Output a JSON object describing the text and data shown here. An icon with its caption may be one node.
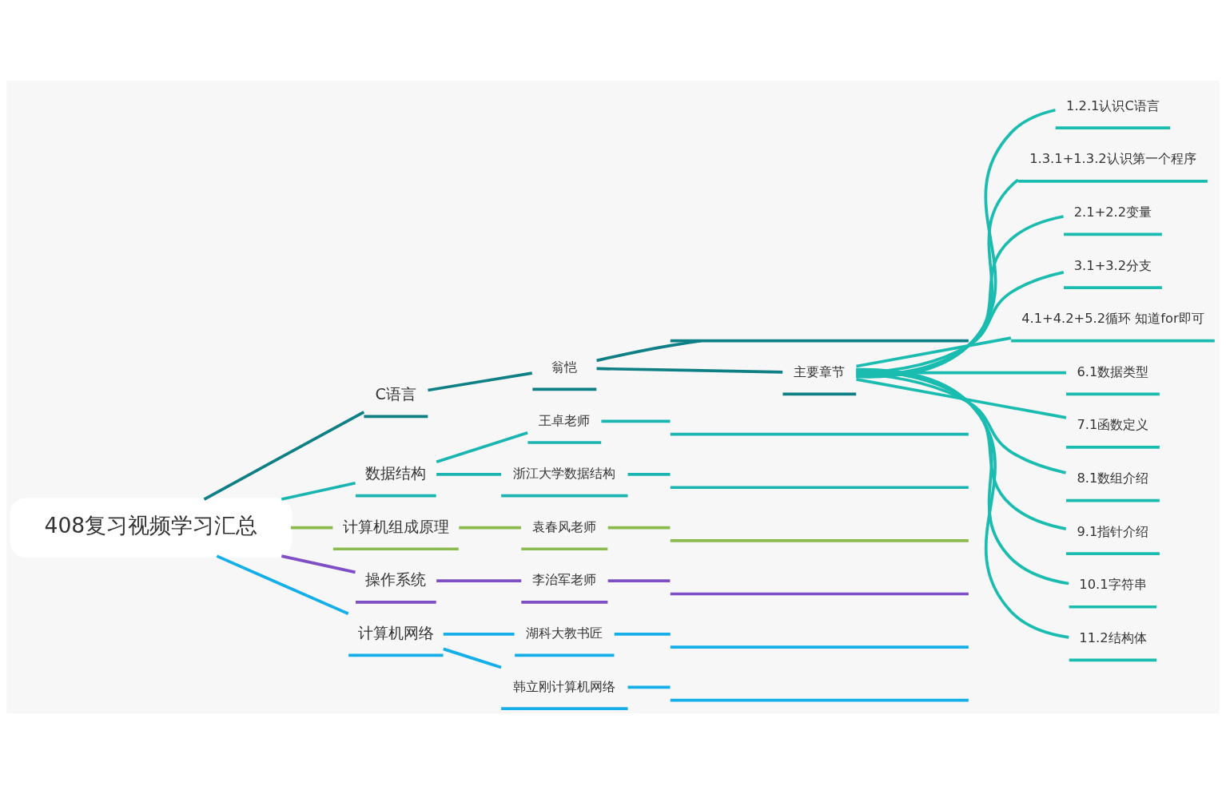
{
  "diagram": {
    "nodes": [
      {
        "text": [
          "408复习视频学习汇总"
        ]
      },
      {
        "text": [
          "C语言"
        ]
      },
      {
        "text": [
          "翁恺"
        ]
      },
      {
        "text": [],
        "shape": "line"
      },
      {
        "text": [
          "主要章节"
        ]
      },
      {
        "text": [
          "1.2.1认识C语言"
        ]
      },
      {
        "text": [
          "1.3.1+1.3.2认识第一个程序"
        ]
      },
      {
        "text": [
          "2.1+2.2变量"
        ]
      },
      {
        "text": [
          "3.1+3.2分支"
        ]
      },
      {
        "text": [
          "4.1+4.2+5.2循环 知道for即可"
        ]
      },
      {
        "text": [
          "6.1数据类型"
        ]
      },
      {
        "text": [
          "7.1函数定义"
        ]
      },
      {
        "text": [
          "8.1数组介绍"
        ]
      },
      {
        "text": [
          "9.1指针介绍"
        ]
      },
      {
        "text": [
          "10.1字符串"
        ]
      },
      {
        "text": [
          "11.2结构体"
        ]
      },
      {
        "text": [
          "数据结构"
        ]
      },
      {
        "text": [
          "王卓老师"
        ]
      },
      {
        "text": [],
        "shape": "line"
      },
      {
        "text": [
          "浙江大学数据结构"
        ]
      },
      {
        "text": [],
        "shape": "line"
      },
      {
        "text": [
          "计算机组成原理"
        ]
      },
      {
        "text": [
          "袁春风老师"
        ]
      },
      {
        "text": [],
        "shape": "line"
      },
      {
        "text": [
          "操作系统"
        ]
      },
      {
        "text": [
          "李治军老师"
        ]
      },
      {
        "text": [],
        "shape": "line"
      },
      {
        "text": [
          "计算机网络"
        ]
      },
      {
        "text": [
          "湖科大教书匠"
        ]
      },
      {
        "text": [],
        "shape": "line"
      },
      {
        "text": [
          "韩立刚计算机网络"
        ]
      },
      {
        "text": [],
        "shape": "line"
      }
    ],
    "edges": [
      {
        "from": 0,
        "to": 1,
        "arrow": "none",
        "color": "#0f7f86"
      },
      {
        "from": 1,
        "to": 2,
        "arrow": "none",
        "color": "#0f7f86"
      },
      {
        "from": 2,
        "to": 3,
        "arrow": "none",
        "color": "#0f7f86"
      },
      {
        "from": 2,
        "to": 4,
        "arrow": "none",
        "color": "#0f7f86"
      },
      {
        "from": 4,
        "to": 5,
        "arrow": "none",
        "color": "#1abcb0"
      },
      {
        "from": 4,
        "to": 6,
        "arrow": "none",
        "color": "#1abcb0"
      },
      {
        "from": 4,
        "to": 7,
        "arrow": "none",
        "color": "#1abcb0"
      },
      {
        "from": 4,
        "to": 8,
        "arrow": "none",
        "color": "#1abcb0"
      },
      {
        "from": 4,
        "to": 9,
        "arrow": "none",
        "color": "#1abcb0"
      },
      {
        "from": 4,
        "to": 10,
        "arrow": "none",
        "color": "#1abcb0"
      },
      {
        "from": 4,
        "to": 11,
        "arrow": "none",
        "color": "#1abcb0"
      },
      {
        "from": 4,
        "to": 12,
        "arrow": "none",
        "color": "#1abcb0"
      },
      {
        "from": 4,
        "to": 13,
        "arrow": "none",
        "color": "#1abcb0"
      },
      {
        "from": 4,
        "to": 14,
        "arrow": "none",
        "color": "#1abcb0"
      },
      {
        "from": 4,
        "to": 15,
        "arrow": "none",
        "color": "#1abcb0"
      },
      {
        "from": 0,
        "to": 16,
        "arrow": "none",
        "color": "#1ab5b0"
      },
      {
        "from": 16,
        "to": 17,
        "arrow": "none",
        "color": "#1ab5b0"
      },
      {
        "from": 17,
        "to": 18,
        "arrow": "none",
        "color": "#1ab5b0"
      },
      {
        "from": 16,
        "to": 19,
        "arrow": "none",
        "color": "#1ab5b0"
      },
      {
        "from": 19,
        "to": 20,
        "arrow": "none",
        "color": "#1ab5b0"
      },
      {
        "from": 0,
        "to": 21,
        "arrow": "none",
        "color": "#8bbb4f"
      },
      {
        "from": 21,
        "to": 22,
        "arrow": "none",
        "color": "#8bbb4f"
      },
      {
        "from": 22,
        "to": 23,
        "arrow": "none",
        "color": "#8bbb4f"
      },
      {
        "from": 0,
        "to": 24,
        "arrow": "none",
        "color": "#7e4fc5"
      },
      {
        "from": 24,
        "to": 25,
        "arrow": "none",
        "color": "#7e4fc5"
      },
      {
        "from": 25,
        "to": 26,
        "arrow": "none",
        "color": "#7e4fc5"
      },
      {
        "from": 0,
        "to": 27,
        "arrow": "none",
        "color": "#14aee8"
      },
      {
        "from": 27,
        "to": 28,
        "arrow": "none",
        "color": "#14aee8"
      },
      {
        "from": 28,
        "to": 29,
        "arrow": "none",
        "color": "#14aee8"
      },
      {
        "from": 27,
        "to": 30,
        "arrow": "none",
        "color": "#14aee8"
      },
      {
        "from": 30,
        "to": 31,
        "arrow": "none",
        "color": "#14aee8"
      }
    ]
  }
}
